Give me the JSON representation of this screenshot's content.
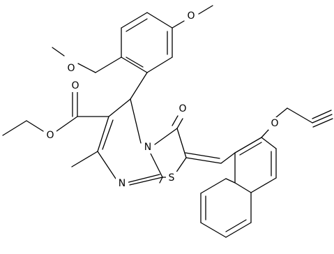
{
  "molecule": {
    "atoms": {
      "o_ome1": "O",
      "o_ome2": "O",
      "o_keto": "O",
      "o_ester_carbonyl": "O",
      "o_ester": "O",
      "o_propargyl": "O",
      "n_ring": "N",
      "n_imine": "N",
      "s_ring": "S"
    }
  }
}
